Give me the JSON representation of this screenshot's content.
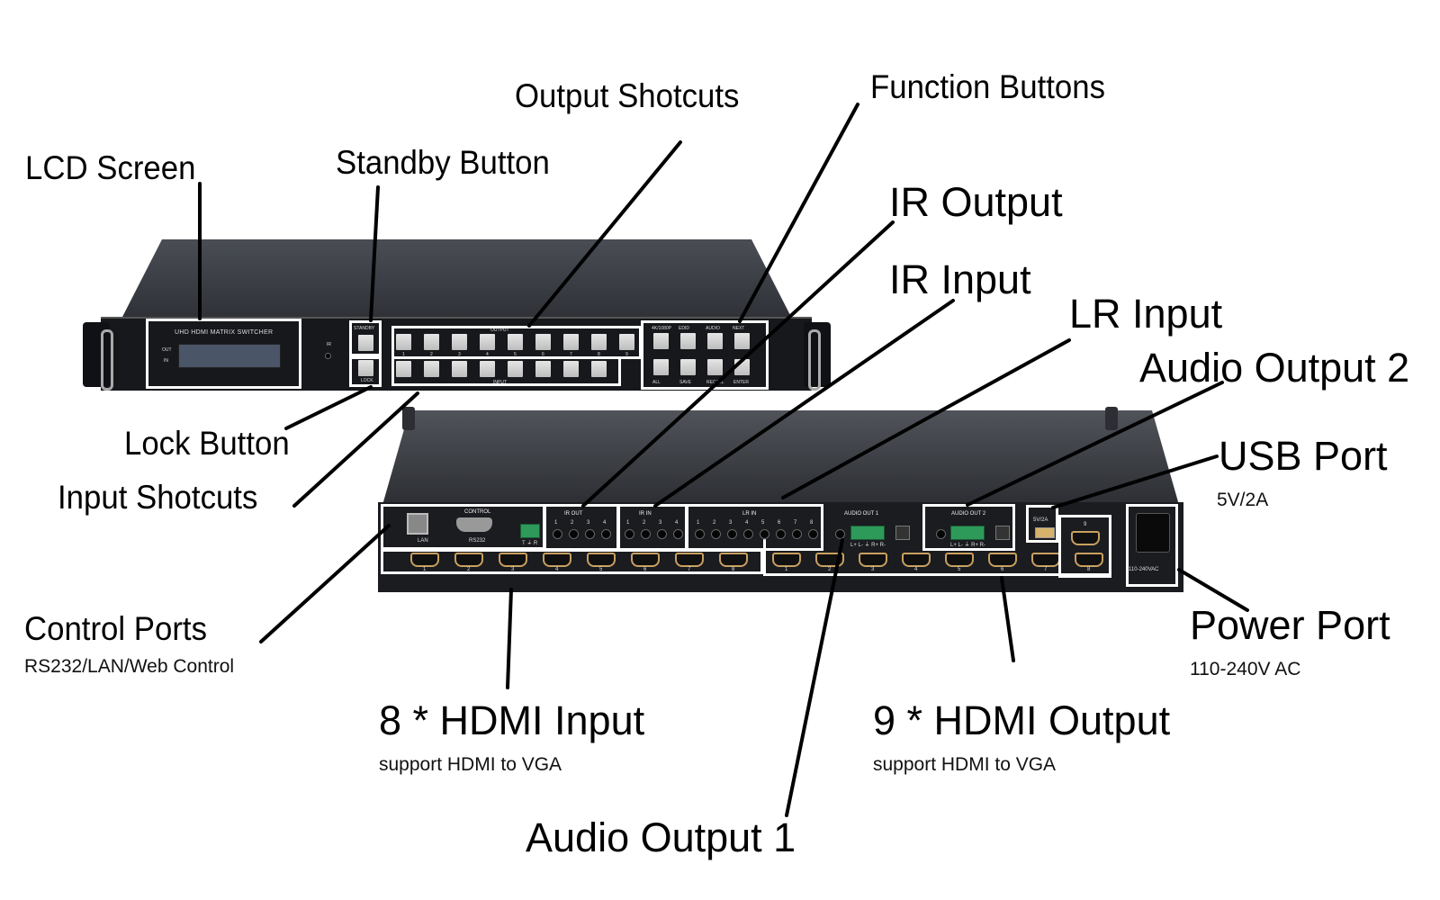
{
  "title": "UHD HDMI Matrix Switcher 8x9 - Front and Rear Panel Diagram",
  "callouts": {
    "lcd_screen": "LCD Screen",
    "standby_button": "Standby Button",
    "output_shortcuts": "Output Shotcuts",
    "function_buttons": "Function Buttons",
    "ir_output": "IR Output",
    "ir_input": "IR Input",
    "lr_input": "LR Input",
    "audio_output_2": "Audio Output 2",
    "usb_port": "USB Port",
    "usb_port_sub": "5V/2A",
    "lock_button": "Lock Button",
    "input_shortcuts": "Input Shotcuts",
    "control_ports": "Control Ports",
    "control_ports_sub": "RS232/LAN/Web Control",
    "power_port": "Power Port",
    "power_port_sub": "110-240V AC",
    "hdmi_input": "8 * HDMI Input",
    "hdmi_input_sub": "support HDMI to VGA",
    "hdmi_output": "9 * HDMI Output",
    "hdmi_output_sub": "support HDMI to VGA",
    "audio_output_1": "Audio Output 1"
  },
  "front_panel": {
    "model_text": "UHD HDMI MATRIX SWITCHER",
    "lcd_labels": [
      "OUT",
      "IN"
    ],
    "ir_label": "IR",
    "standby_label": "STANDBY",
    "lock_label": "LOCK",
    "output_label": "OUTPUT",
    "input_label": "INPUT",
    "output_buttons": [
      "1",
      "2",
      "3",
      "4",
      "5",
      "6",
      "7",
      "8",
      "9"
    ],
    "input_buttons": [
      "1",
      "2",
      "3",
      "4",
      "5",
      "6",
      "7",
      "8"
    ],
    "function_top": [
      "4K/1080P",
      "EDID",
      "AUDIO",
      "NEXT"
    ],
    "function_bottom": [
      "ALL",
      "SAVE",
      "RECALL",
      "ENTER"
    ]
  },
  "rear_panel": {
    "control_title": "CONTROL",
    "lan_label": "LAN",
    "rs232_label": "RS232",
    "rs232_pins": "T ⏚ R",
    "ir_out_title": "IR OUT",
    "ir_in_title": "IR IN",
    "lr_in_title": "LR IN",
    "audio_out1_title": "AUDIO OUT 1",
    "audio_out2_title": "AUDIO OUT 2",
    "audio_pins": "L+ L- ⏚ R+ R-",
    "usb_label": "5V/2A",
    "power_label": "110-240VAC",
    "ir_out_ports": [
      "1",
      "2",
      "3",
      "4"
    ],
    "ir_in_ports": [
      "1",
      "2",
      "3",
      "4"
    ],
    "lr_in_ports": [
      "1",
      "2",
      "3",
      "4",
      "5",
      "6",
      "7",
      "8"
    ],
    "hdmi_inputs": [
      "1",
      "2",
      "3",
      "4",
      "5",
      "6",
      "7",
      "8"
    ],
    "hdmi_outputs": [
      "1",
      "2",
      "3",
      "4",
      "5",
      "6",
      "7",
      "8",
      "9"
    ]
  },
  "colors": {
    "chassis": "#2f3137",
    "panel": "#17181c",
    "highlight_box": "#ffffff",
    "leader_line": "#000000",
    "button": "#d0d0d0",
    "terminal_green": "#2e9a5a",
    "hdmi_gold": "#c8a060"
  }
}
